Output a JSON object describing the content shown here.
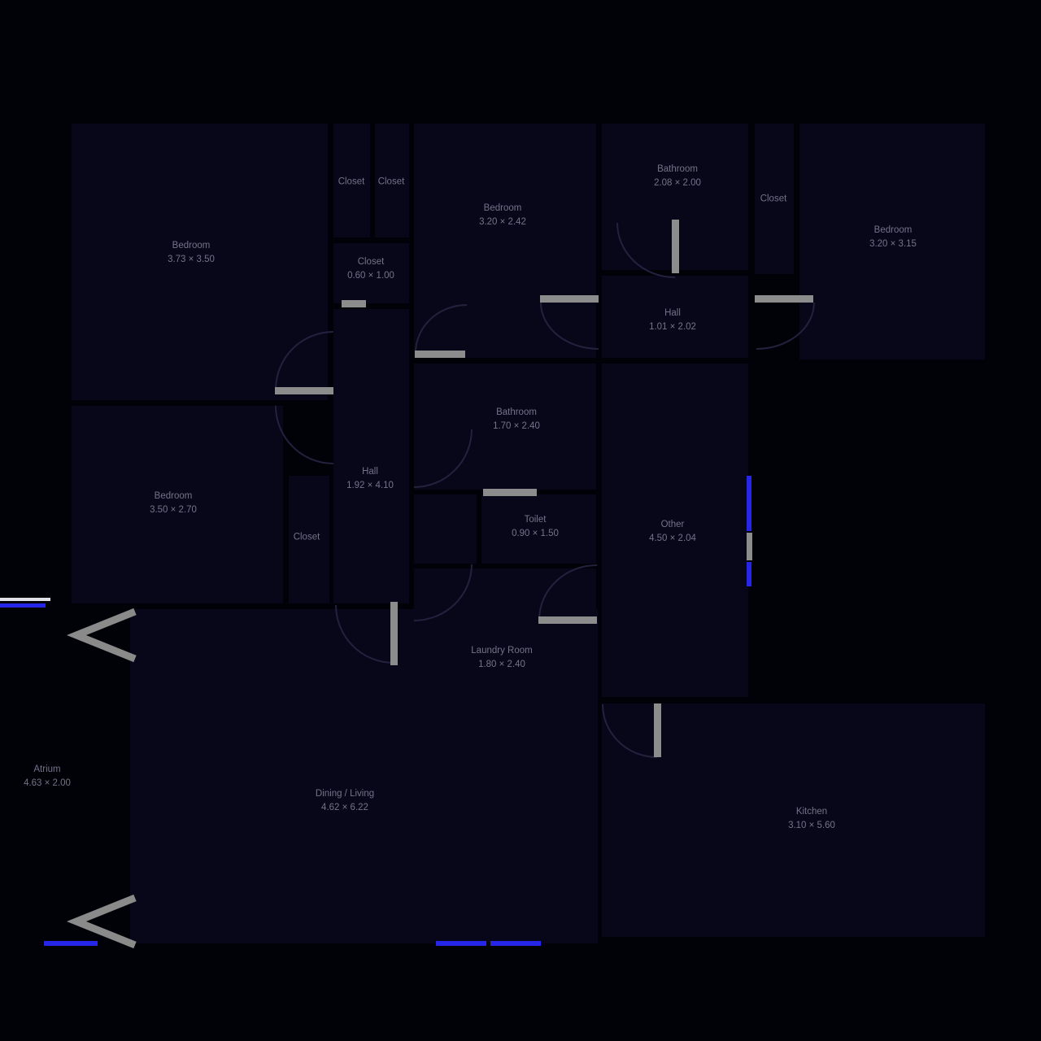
{
  "plan": {
    "rooms": [
      {
        "name": "Bedroom",
        "dims": "3.73 × 3.50"
      },
      {
        "name": "Closet"
      },
      {
        "name": "Closet"
      },
      {
        "name": "Bedroom",
        "dims": "3.20 × 2.42"
      },
      {
        "name": "Bathroom",
        "dims": "2.08 × 2.00"
      },
      {
        "name": "Closet"
      },
      {
        "name": "Bedroom",
        "dims": "3.20 × 3.15"
      },
      {
        "name": "Closet",
        "dims": "0.60 × 1.00"
      },
      {
        "name": "Hall",
        "dims": "1.01 × 2.02"
      },
      {
        "name": "Bathroom",
        "dims": "1.70 × 2.40"
      },
      {
        "name": "Bedroom",
        "dims": "3.50 × 2.70"
      },
      {
        "name": "Closet"
      },
      {
        "name": "Hall",
        "dims": "1.92 × 4.10"
      },
      {
        "name": "Toilet",
        "dims": "0.90 × 1.50"
      },
      {
        "name": "Other",
        "dims": "4.50 × 2.04"
      },
      {
        "name": "Laundry Room",
        "dims": "1.80 × 2.40"
      },
      {
        "name": "Atrium",
        "dims": "4.63 × 2.00"
      },
      {
        "name": "Dining / Living",
        "dims": "4.62 × 6.22"
      },
      {
        "name": "Kitchen",
        "dims": "3.10 × 5.60"
      }
    ],
    "colors": {
      "background": "#010108",
      "room_fill": "#070719",
      "wall": "#000000",
      "label_text": "#73738a",
      "door_marker": "#8c8c8c",
      "window_marker": "#2626e8",
      "door_swing": "#22223f"
    }
  }
}
